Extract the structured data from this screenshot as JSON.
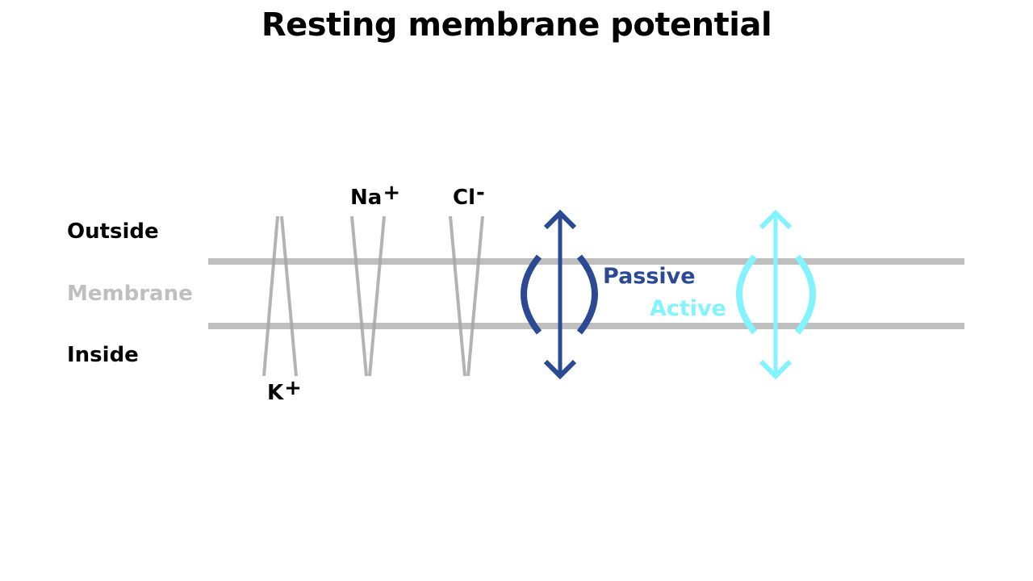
{
  "title": "Resting membrane potential",
  "regions": {
    "outside": "Outside",
    "membrane": "Membrane",
    "inside": "Inside"
  },
  "ions": {
    "potassium": {
      "symbol": "K",
      "charge": "+"
    },
    "sodium": {
      "symbol": "Na",
      "charge": "+"
    },
    "chloride": {
      "symbol": "Cl",
      "charge": "-"
    }
  },
  "transport": {
    "passive": {
      "label": "Passive",
      "color": "#2b4a93"
    },
    "active": {
      "label": "Active",
      "color": "#82f3ff"
    }
  },
  "colors": {
    "membrane": "#bfbfbf",
    "channel": "#a6a6a6",
    "membrane_label": "#bfbfbf",
    "text": "#000000"
  }
}
